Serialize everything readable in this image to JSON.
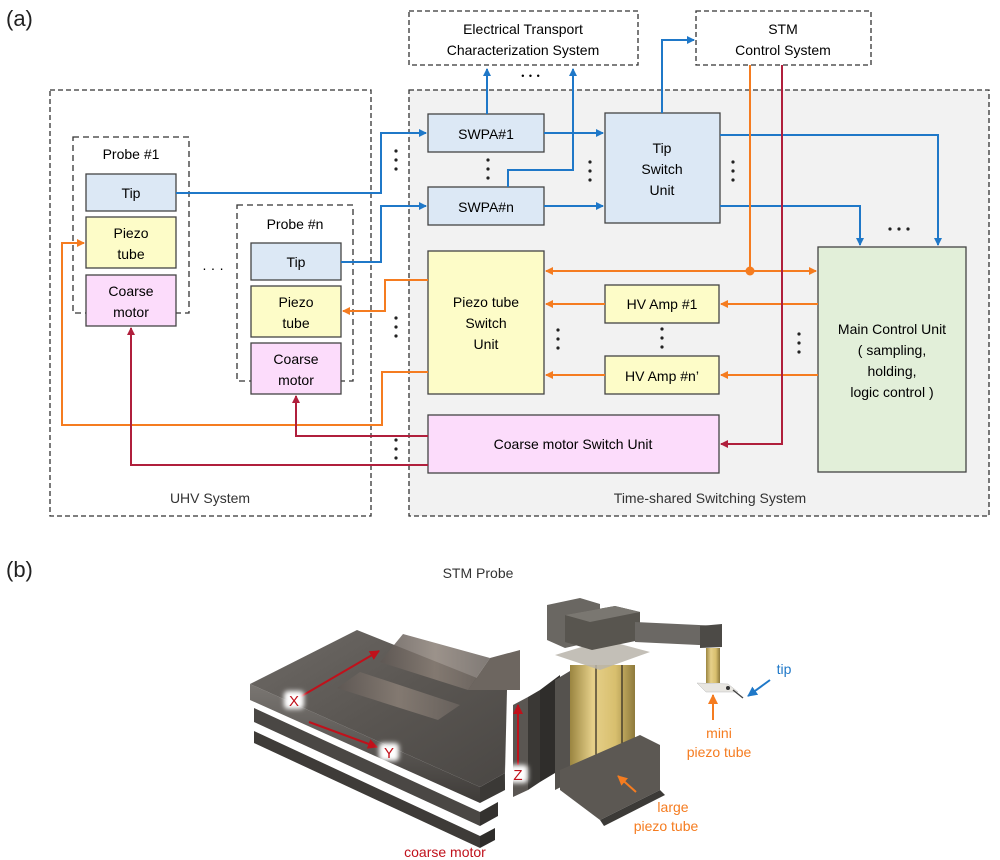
{
  "panel_a": {
    "label": "(a)",
    "uhv_system": {
      "label": "UHV System"
    },
    "switching_system": {
      "label": "Time-shared Switching System"
    },
    "etcs": {
      "line1": "Electrical Transport",
      "line2": "Characterization System"
    },
    "stm_control": {
      "line1": "STM",
      "line2": "Control System"
    },
    "probe1": {
      "title": "Probe #1",
      "tip": "Tip",
      "piezo_l1": "Piezo",
      "piezo_l2": "tube",
      "coarse_l1": "Coarse",
      "coarse_l2": "motor"
    },
    "proben": {
      "title": "Probe #n",
      "tip": "Tip",
      "piezo_l1": "Piezo",
      "piezo_l2": "tube",
      "coarse_l1": "Coarse",
      "coarse_l2": "motor"
    },
    "swpa1": "SWPA#1",
    "swpan": "SWPA#n",
    "tip_switch": {
      "l1": "Tip",
      "l2": "Switch",
      "l3": "Unit"
    },
    "piezo_switch": {
      "l1": "Piezo tube",
      "l2": "Switch",
      "l3": "Unit"
    },
    "hv_amp1": "HV Amp #1",
    "hv_ampn": "HV Amp #n’",
    "main_control": {
      "l1": "Main Control Unit",
      "l2": "( sampling,",
      "l3": "holding,",
      "l4": "logic control )"
    },
    "coarse_switch": "Coarse motor Switch Unit",
    "ellipsis_h": "· · ·",
    "ellipsis_top": "• • •",
    "colors": {
      "tip_fill": "#dce8f5",
      "piezo_fill": "#fdfcc8",
      "coarse_fill": "#fcdcfb",
      "main_fill": "#e2efd9",
      "switch_bg": "#f2f2f2",
      "blue_line": "#1f78c8",
      "orange_line": "#f57c20",
      "red_line": "#b01f3c"
    }
  },
  "panel_b": {
    "label": "(b)",
    "title": "STM Probe",
    "axis_x": "X",
    "axis_y": "Y",
    "axis_z": "Z",
    "tip_label": "tip",
    "mini_piezo_l1": "mini",
    "mini_piezo_l2": "piezo tube",
    "large_piezo_l1": "large",
    "large_piezo_l2": "piezo tube",
    "coarse_motor_label": "coarse motor",
    "colors": {
      "axis": "#c0111b",
      "tip_label": "#1f78c8",
      "piezo_label": "#f57c20",
      "coarse_label": "#c0111b"
    }
  }
}
